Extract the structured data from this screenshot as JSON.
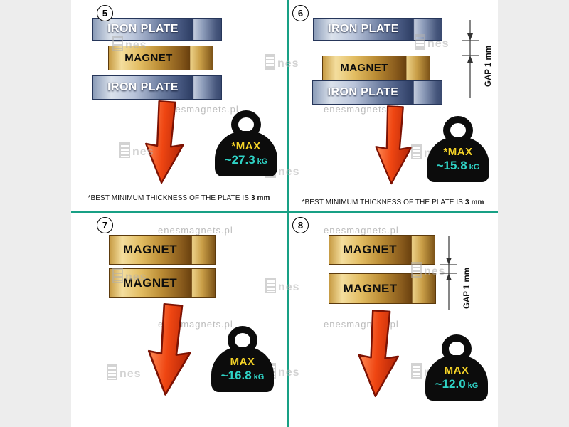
{
  "watermark": {
    "site": "enesmagnets.pl",
    "logo_text": "nes"
  },
  "colors": {
    "divider_teal": "#18A085",
    "arrow_red": "#E0360C",
    "weight_black": "#0C0C0C",
    "max_yellow": "#F5D327",
    "value_cyan": "#2FD3C6",
    "iron_plate_blue": "#5A6B92",
    "magnet_gold": "#D2A23F"
  },
  "panels": [
    {
      "number": "5",
      "layers": {
        "top": "IRON PLATE",
        "middle": "MAGNET",
        "bottom": "IRON PLATE"
      },
      "weight": {
        "label": "*MAX",
        "value": "~27.3",
        "unit": "kG"
      },
      "footnote": {
        "text": "*BEST MINIMUM THICKNESS OF THE PLATE IS",
        "bold": "3 mm"
      }
    },
    {
      "number": "6",
      "layers": {
        "top": "IRON PLATE",
        "middle": "MAGNET",
        "bottom": "IRON PLATE"
      },
      "gap_label": "GAP 1 mm",
      "weight": {
        "label": "*MAX",
        "value": "~15.8",
        "unit": "kG"
      },
      "footnote": {
        "text": "*BEST MINIMUM THICKNESS OF THE PLATE IS",
        "bold": "3 mm"
      }
    },
    {
      "number": "7",
      "layers": {
        "top": "MAGNET",
        "bottom": "MAGNET"
      },
      "weight": {
        "label": "MAX",
        "value": "~16.8",
        "unit": "kG"
      }
    },
    {
      "number": "8",
      "layers": {
        "top": "MAGNET",
        "bottom": "MAGNET"
      },
      "gap_label": "GAP 1 mm",
      "weight": {
        "label": "MAX",
        "value": "~12.0",
        "unit": "kG"
      }
    }
  ]
}
